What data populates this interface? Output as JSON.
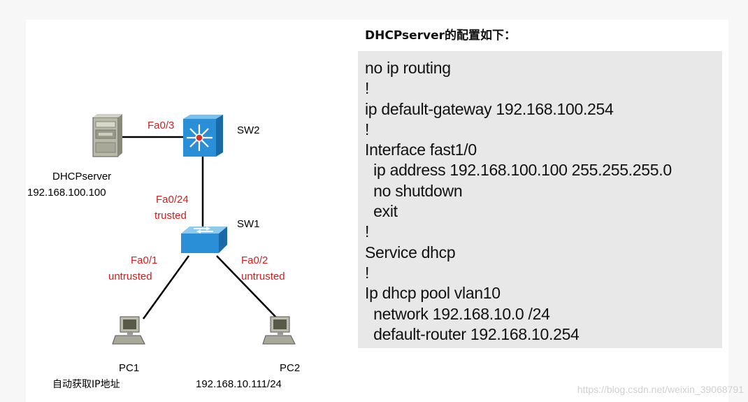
{
  "topology": {
    "server": {
      "name": "DHCPserver",
      "ip": "192.168.100.100"
    },
    "sw2": {
      "name": "SW2",
      "port_to_server": "Fa0/3"
    },
    "sw1": {
      "name": "SW1",
      "uplink_port": "Fa0/24",
      "uplink_state": "trusted"
    },
    "links": {
      "pc1_port": "Fa0/1",
      "pc1_state": "untrusted",
      "pc2_port": "Fa0/2",
      "pc2_state": "untrusted"
    },
    "pc1": {
      "name": "PC1",
      "note": "自动获取IP地址"
    },
    "pc2": {
      "name": "PC2",
      "ip": "192.168.10.111/24"
    },
    "colors": {
      "port_label": "#cc2020",
      "switch_blue": "#2a8fd6"
    }
  },
  "config": {
    "title": "DHCPserver的配置如下：",
    "lines": [
      "no ip routing",
      "!",
      "ip default-gateway 192.168.100.254",
      "!",
      "Interface fast1/0",
      "  ip address 192.168.100.100 255.255.255.0",
      "  no shutdown",
      "  exit",
      "!",
      "Service dhcp",
      "!",
      "Ip dhcp pool vlan10",
      "  network 192.168.10.0 /24",
      "  default-router 192.168.10.254"
    ]
  },
  "watermark": "https://blog.csdn.net/weixin_39068791"
}
